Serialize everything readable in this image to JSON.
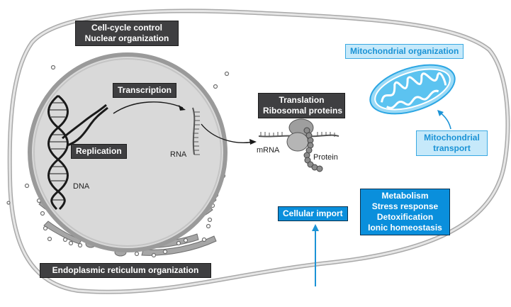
{
  "labels": {
    "cell_cycle": [
      "Cell-cycle control",
      "Nuclear organization"
    ],
    "transcription": "Transcription",
    "replication": "Replication",
    "translation": [
      "Translation",
      "Ribosomal proteins"
    ],
    "mito_org": "Mitochondrial organization",
    "mito_transport": [
      "Mitochondrial",
      "transport"
    ],
    "cellular_import": "Cellular import",
    "metabolism": [
      "Metabolism",
      "Stress response",
      "Detoxification",
      "Ionic homeostasis"
    ],
    "er_org": "Endoplasmic reticulum organization"
  },
  "annotations": {
    "dna": "DNA",
    "rna": "RNA",
    "mrna": "mRNA",
    "protein": "Protein"
  },
  "colors": {
    "dark_label": "#3f3f41",
    "blue_label": "#0a8fdc",
    "light_blue_label": "#c6e9fa",
    "mitochondrion": "#5cc3f0",
    "nucleus": "#d9d9d9",
    "membrane": "#bdbdbd"
  }
}
